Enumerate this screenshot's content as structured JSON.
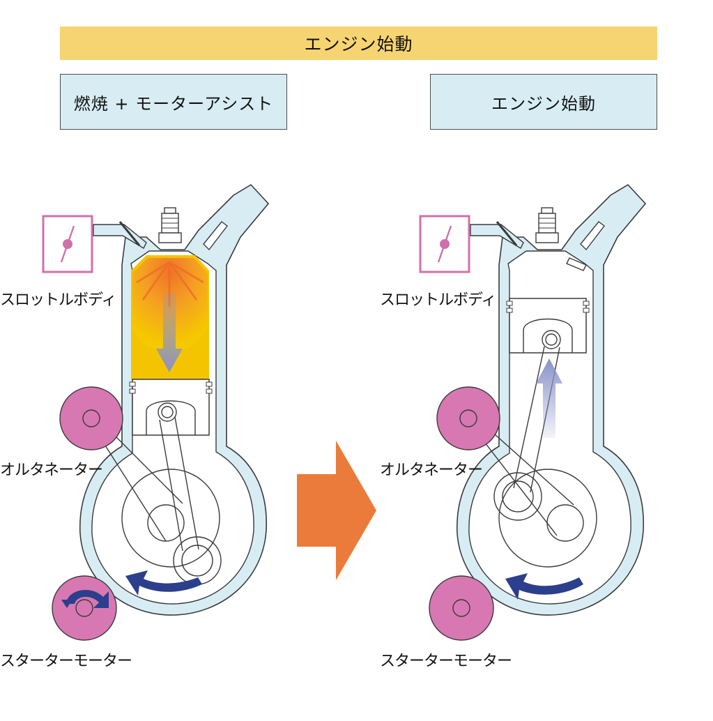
{
  "banner": {
    "title": "エンジン始動"
  },
  "left_panel": {
    "header": "燃焼 + モーターアシスト",
    "labels": {
      "throttle": "スロットルボディ",
      "alternator": "オルタネーター",
      "starter": "スターターモーター"
    }
  },
  "right_panel": {
    "header": "エンジン始動",
    "labels": {
      "throttle": "スロットルボディ",
      "alternator": "オルタネーター",
      "starter": "スターターモーター"
    }
  },
  "colors": {
    "banner": "#f7d472",
    "header_box": "#d8edf3",
    "coolant": "#d8edf3",
    "component_pink": "#d878b2",
    "throttle_outline": "#d070aa",
    "combustion": "#f5c400",
    "flame": "#f08030",
    "piston_arrow": "#8a92c8",
    "rotation_arrow": "#2c3f8c",
    "transition_arrow": "#eb7b3a"
  },
  "icons": {
    "transition": "arrow-right-icon",
    "rotation": "curved-arrow-icon"
  }
}
